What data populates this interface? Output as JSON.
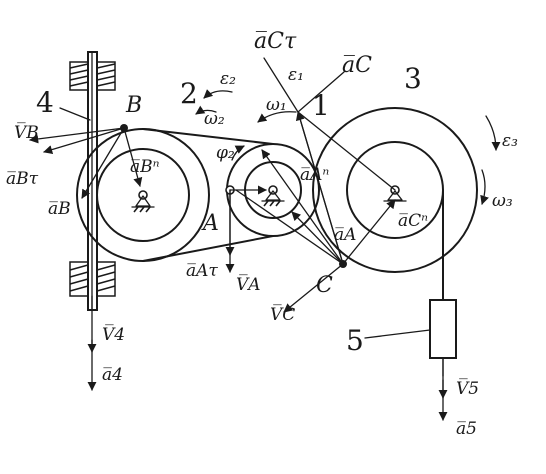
{
  "parts": {
    "rod": "4",
    "wheel_2": "2",
    "wheel_1": "1",
    "wheel_3": "3",
    "load": "5"
  },
  "points": {
    "B": "B",
    "A": "A",
    "C": "C"
  },
  "vectors": {
    "vB": "V̅B",
    "aB_tau": "a̅Bτ",
    "aB": "a̅B",
    "aB_n": "a̅Bⁿ",
    "aA_n": "a̅Aⁿ",
    "aA_tau": "a̅Aτ",
    "vA": "V̅A",
    "vC": "V̅C",
    "aA": "a̅A",
    "aC_tau": "a̅Cτ",
    "aC": "a̅C",
    "aC_n": "a̅Cⁿ",
    "v4": "V̅4",
    "a4": "a̅4",
    "v5": "V̅5",
    "a5": "a̅5"
  },
  "angular": {
    "eps2": "ε₂",
    "eps1": "ε₁",
    "eps3": "ε₃",
    "w2": "ω₂",
    "w1": "ω₁",
    "w3": "ω₃",
    "phi2": "φ₂"
  }
}
